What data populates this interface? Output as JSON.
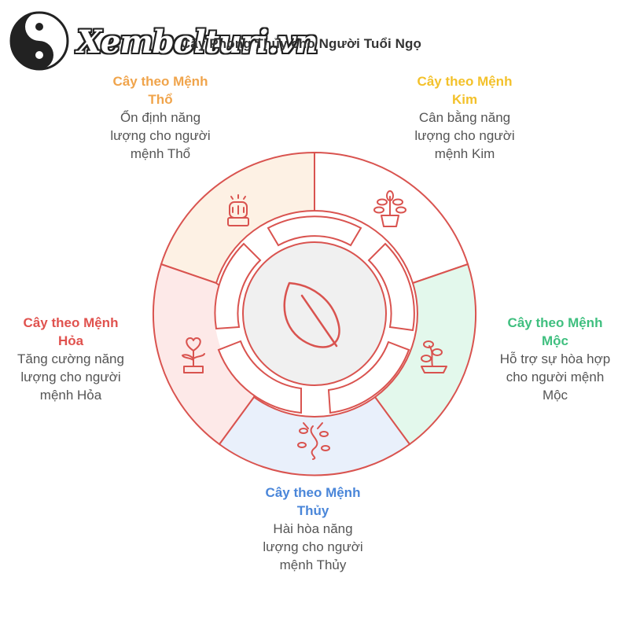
{
  "title": "Cây Phong Thủy cho Người Tuổi Ngọ",
  "watermark": "Xembolturi.vn",
  "center_icon": "leaf-icon",
  "colors": {
    "stroke": "#d9534f",
    "tho": "#f0a44b",
    "kim": "#f3c12a",
    "moc": "#3fbf7f",
    "thuy": "#4a86d9",
    "hoa": "#e0524e"
  },
  "segments": {
    "tho": {
      "heading": "Cây theo Mệnh Thổ",
      "heading_l1": "Cây theo Mệnh",
      "heading_l2": "Thổ",
      "desc_l1": "Ổn định năng",
      "desc_l2": "lượng cho người",
      "desc_l3": "mệnh Thổ",
      "icon": "cactus-icon"
    },
    "kim": {
      "heading": "Cây theo Mệnh Kim",
      "heading_l1": "Cây theo Mệnh",
      "heading_l2": "Kim",
      "desc_l1": "Cân bằng năng",
      "desc_l2": "lượng cho người",
      "desc_l3": "mệnh Kim",
      "icon": "potted-plant-icon"
    },
    "moc": {
      "heading": "Cây theo Mệnh Mộc",
      "heading_l1": "Cây theo Mệnh",
      "heading_l2": "Mộc",
      "desc_l1": "Hỗ trợ sự hòa hợp",
      "desc_l2": "cho người mệnh",
      "desc_l3": "Mộc",
      "icon": "bonsai-icon"
    },
    "thuy": {
      "heading": "Cây theo Mệnh Thủy",
      "heading_l1": "Cây theo Mệnh",
      "heading_l2": "Thủy",
      "desc_l1": "Hài hòa năng",
      "desc_l2": "lượng cho người",
      "desc_l3": "mệnh Thủy",
      "icon": "vine-plant-icon"
    },
    "hoa": {
      "heading": "Cây theo Mệnh Hỏa",
      "heading_l1": "Cây theo Mệnh",
      "heading_l2": "Hỏa",
      "desc_l1": "Tăng cường năng",
      "desc_l2": "lượng cho người",
      "desc_l3": "mệnh Hỏa",
      "icon": "heart-plant-icon"
    }
  }
}
